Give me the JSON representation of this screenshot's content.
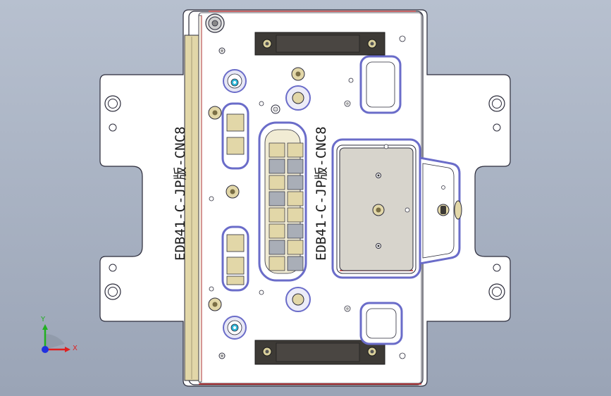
{
  "part_labels": {
    "left": "EDB41-C-JP版-CNC8",
    "center": "EDB41-C-JP版-CNC8"
  },
  "triad": {
    "x_label": "X",
    "y_label": "Y"
  },
  "colors": {
    "background_top": "#b7c0cf",
    "background_bottom": "#9aa4b6",
    "plate": "#ffffff",
    "edge": "#2b2b3a",
    "pocket_outline": "#6a6cc9",
    "insert": "#e2d7a8",
    "insert_dark": "#c8b97a",
    "block": "#3d3a36",
    "cover": "#d7d4cc",
    "gray_cell": "#a9aeb7",
    "axis_x": "#e02020",
    "axis_y": "#20b020",
    "axis_z": "#2030e0"
  }
}
